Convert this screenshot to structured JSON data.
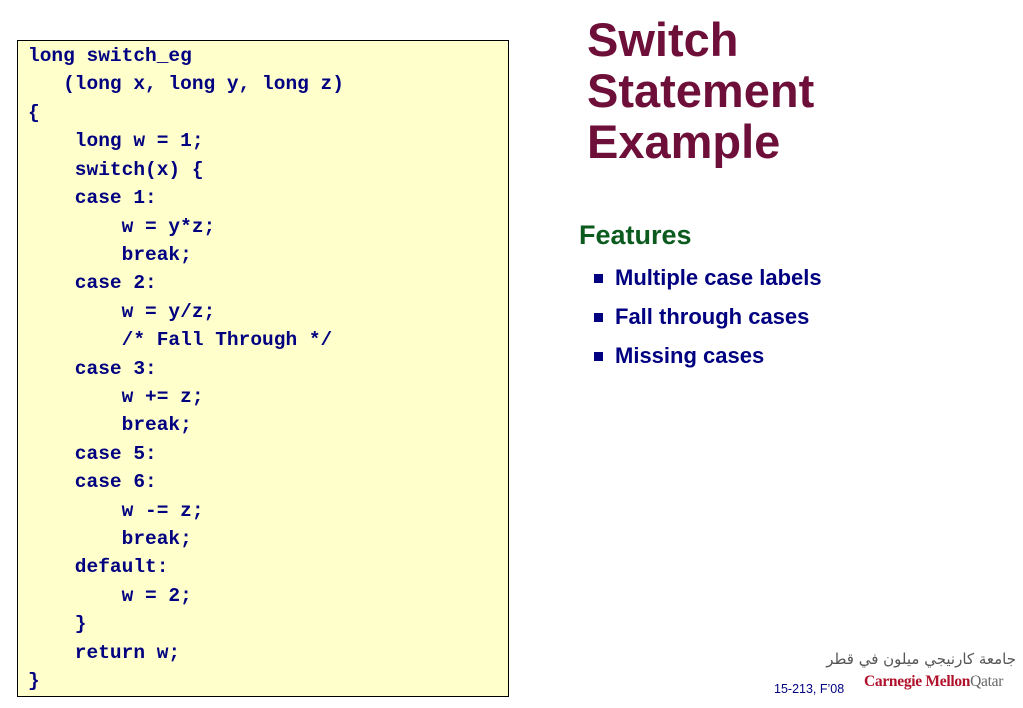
{
  "slide": {
    "title_lines": [
      "Switch",
      "Statement",
      "Example"
    ],
    "code_lines": [
      "long switch_eg",
      "   (long x, long y, long z)",
      "{",
      "    long w = 1;",
      "    switch(x) {",
      "    case 1:",
      "        w = y*z;",
      "        break;",
      "    case 2:",
      "        w = y/z;",
      "        /* Fall Through */",
      "    case 3:",
      "        w += z;",
      "        break;",
      "    case 5:",
      "    case 6:",
      "        w -= z;",
      "        break;",
      "    default:",
      "        w = 2;",
      "    }",
      "    return w;",
      "}"
    ],
    "features_heading": "Features",
    "features": [
      "Multiple case labels",
      "Fall through cases",
      "Missing cases"
    ],
    "footer_course": "15-213, F’08"
  },
  "logo": {
    "arabic": "جامعة كارنيجي ميلون في قطر",
    "latin_brand": "Carnegie Mellon",
    "latin_location": "Qatar"
  },
  "colors": {
    "title": "#6e0f3a",
    "heading": "#0b5a1e",
    "body_text": "#000080",
    "code_background": "#ffffcc",
    "logo_red": "#b0122b"
  }
}
